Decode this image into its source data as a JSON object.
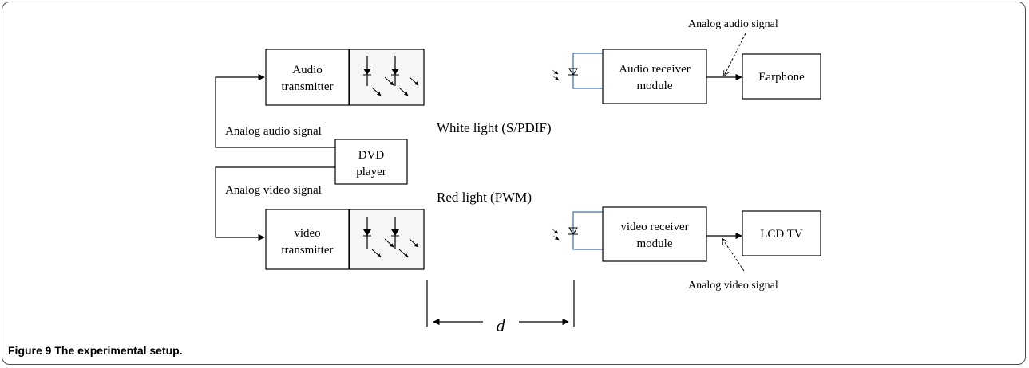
{
  "diagram": {
    "audio_transmitter": [
      "Audio",
      "transmitter"
    ],
    "video_transmitter": [
      "video",
      "transmitter"
    ],
    "dvd_player": [
      "DVD",
      "player"
    ],
    "audio_receiver": [
      "Audio receiver",
      "module"
    ],
    "video_receiver": [
      "video receiver",
      "module"
    ],
    "earphone": "Earphone",
    "lcd_tv": "LCD TV",
    "analog_audio_left": "Analog audio signal",
    "analog_video_left": "Analog video signal",
    "analog_audio_right": "Analog audio signal",
    "analog_video_right": "Analog video signal",
    "white_light": "White light (S/PDIF)",
    "red_light": "Red light (PWM)",
    "distance": "d"
  },
  "caption": {
    "label": "Figure 9",
    "text": "The experimental setup."
  }
}
